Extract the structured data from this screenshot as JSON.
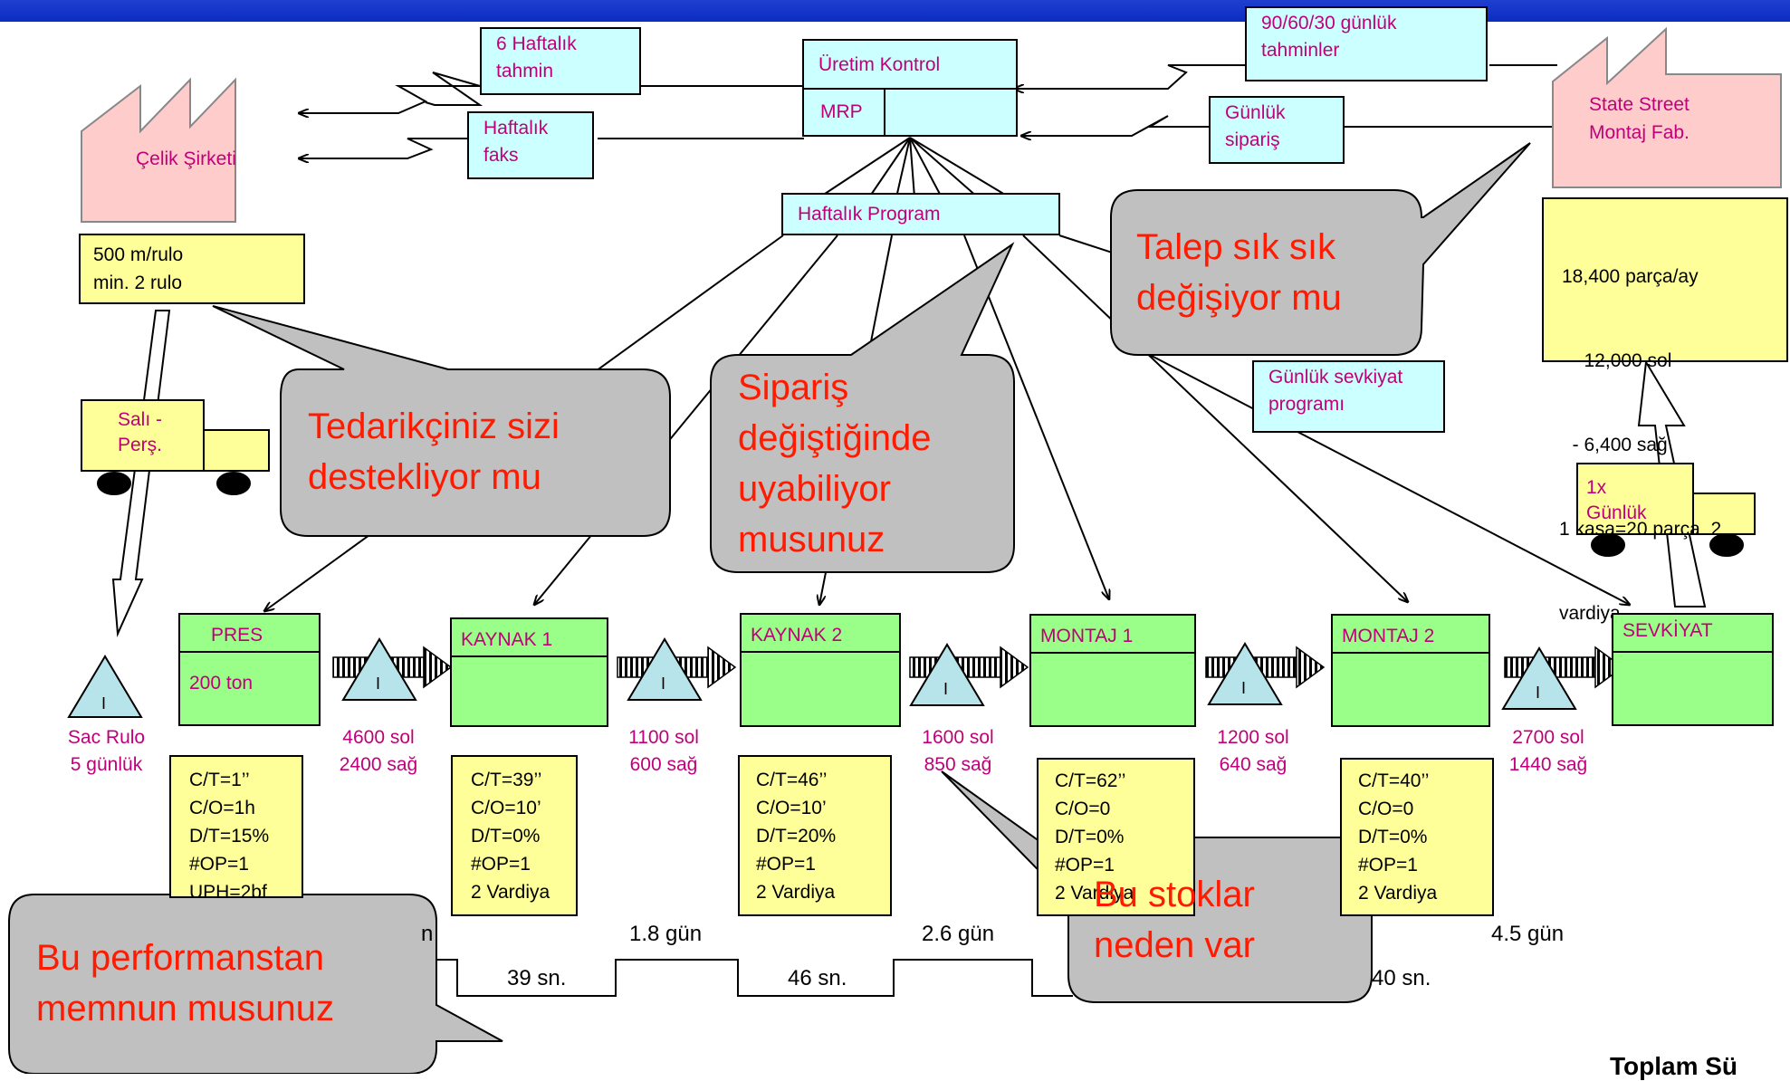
{
  "info_boxes": {
    "forecast_6week": [
      "6 Haftalık",
      "tahmin"
    ],
    "weekly_fax": [
      "Haftalık",
      "faks"
    ],
    "production_control": "Üretim Kontrol",
    "mrp": "MRP",
    "forecast_906030": [
      "90/60/30 günlük",
      "tahminler"
    ],
    "daily_order": [
      "Günlük",
      "sipariş"
    ],
    "weekly_program": "Haftalık Program",
    "daily_shipping": [
      "Günlük sevkiyat",
      "programı"
    ]
  },
  "supplier": {
    "name": "Çelik Şirketi",
    "info": [
      "500 m/rulo",
      "min. 2 rulo"
    ]
  },
  "customer": {
    "name": [
      "State Street",
      "Montaj Fab."
    ],
    "info": [
      "18,400 parça/ay",
      "  - 12,000 sol",
      "  - 6,400 sağ",
      "1 kasa=20 parça  2",
      "vardiya"
    ]
  },
  "trucks": {
    "supplier_truck": [
      "Salı -",
      "Perş."
    ],
    "customer_truck": [
      "1x",
      "Günlük"
    ]
  },
  "raw_inventory": {
    "symbol": "I",
    "label": [
      "Sac Rulo",
      "5 günlük"
    ]
  },
  "processes": [
    {
      "name": "PRES",
      "sub": "200 ton",
      "data": [
        "C/T=1’’",
        "C/O=1h",
        "D/T=15%",
        "#OP=1",
        "UPH=2bf"
      ]
    },
    {
      "name": "KAYNAK 1",
      "sub": "",
      "data": [
        "C/T=39’’",
        "C/O=10’",
        "D/T=0%",
        "#OP=1",
        "2 Vardiya"
      ]
    },
    {
      "name": "KAYNAK 2",
      "sub": "",
      "data": [
        "C/T=46’’",
        "C/O=10’",
        "D/T=20%",
        "#OP=1",
        "2 Vardiya"
      ]
    },
    {
      "name": "MONTAJ 1",
      "sub": "",
      "data": [
        "C/T=62’’",
        "C/O=0",
        "D/T=0%",
        "#OP=1",
        "2 Vardiya"
      ]
    },
    {
      "name": "MONTAJ 2",
      "sub": "",
      "data": [
        "C/T=40’’",
        "C/O=0",
        "D/T=0%",
        "#OP=1",
        "2 Vardiya"
      ]
    },
    {
      "name": "SEVKİYAT",
      "sub": "",
      "data": []
    }
  ],
  "inventories": [
    {
      "symbol": "I",
      "label": [
        "4600 sol",
        "2400 sağ"
      ]
    },
    {
      "symbol": "I",
      "label": [
        "1100 sol",
        "600 sağ"
      ]
    },
    {
      "symbol": "I",
      "label": [
        "1600 sol",
        "850 sağ"
      ]
    },
    {
      "symbol": "I",
      "label": [
        "1200 sol",
        "640 sağ"
      ]
    },
    {
      "symbol": "I",
      "label": [
        "2700 sol",
        "1440 sağ"
      ]
    }
  ],
  "timeline": {
    "wait_times": [
      "1.8 gün",
      "2.6 gün",
      "4.5 gün"
    ],
    "process_times": [
      "39 sn.",
      "46 sn.",
      "40 sn."
    ],
    "partial_wait": "n"
  },
  "callouts": {
    "supplier_support": [
      "Tedarikçiniz sizi",
      "destekliyor mu"
    ],
    "order_change": [
      "Sipariş",
      "değiştiğinde",
      "uyabiliyor",
      "musunuz"
    ],
    "demand_change": [
      "Talep sık sık",
      "değişiyor mu"
    ],
    "inventory_reason": [
      "Bu stoklar",
      "neden var"
    ],
    "performance": [
      "Bu performanstan",
      "memnun musunuz"
    ]
  },
  "footer_partial": "Toplam Sü",
  "colors": {
    "topbar": "#1a3bcc",
    "cyan_box": "#ccffff",
    "yellow_box": "#ffff99",
    "process_green": "#99ff88",
    "factory_pink": "#ffcccc",
    "callout_gray": "#c0c0c0",
    "callout_text": "#ff1a00",
    "label_magenta": "#c0007a"
  }
}
